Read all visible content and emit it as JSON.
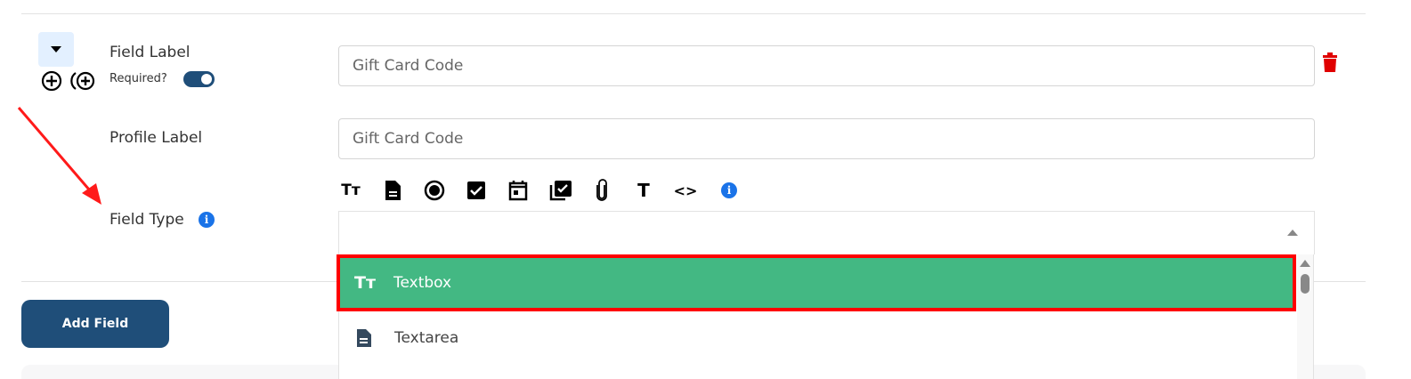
{
  "field": {
    "label": "Field Label",
    "required_label": "Required?",
    "required": true,
    "field_label_value": "Gift Card Code",
    "profile_label": "Profile Label",
    "profile_label_value": "Gift Card Code",
    "field_type_label": "Field Type"
  },
  "type_icons": [
    "textbox-icon",
    "textarea-icon",
    "radio-icon",
    "checkbox-icon",
    "date-icon",
    "multi-checkbox-icon",
    "attachment-icon",
    "text-icon",
    "code-icon",
    "info-icon"
  ],
  "dropdown": {
    "options": [
      {
        "label": "Textbox",
        "icon": "textbox-icon",
        "selected": true
      },
      {
        "label": "Textarea",
        "icon": "textarea-icon",
        "selected": false
      }
    ]
  },
  "add_field_label": "Add Field",
  "colors": {
    "primary": "#1f4e79",
    "selected": "#43b883",
    "highlight": "#ff0000",
    "delete": "#e00000"
  }
}
